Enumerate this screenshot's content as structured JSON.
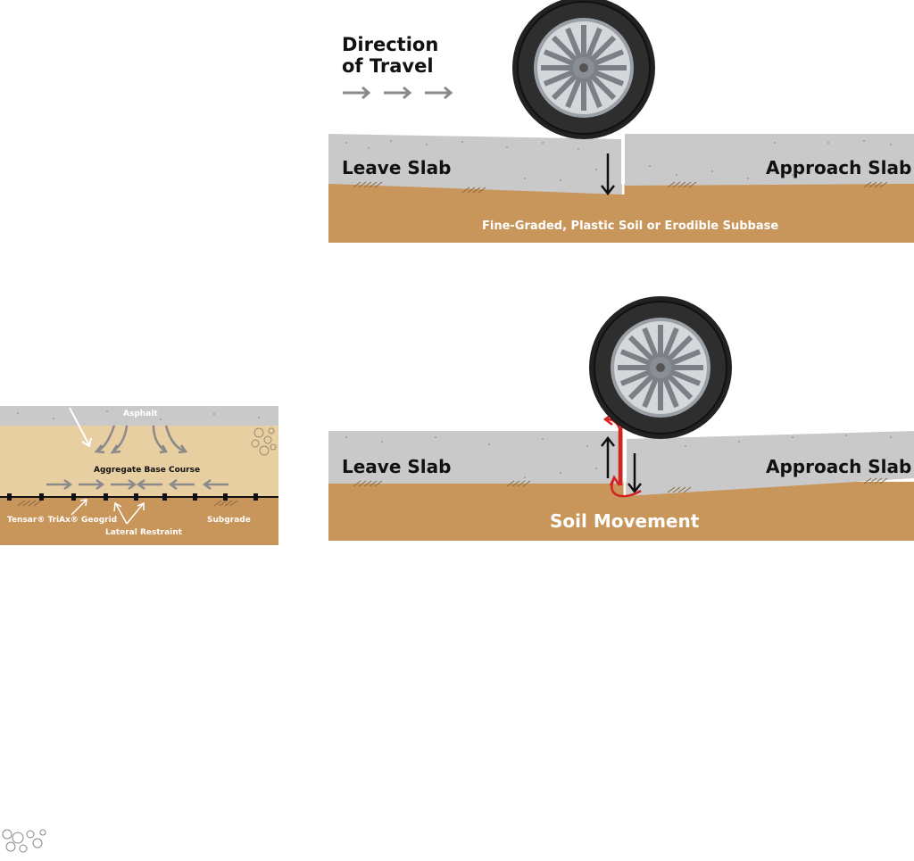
{
  "top_panel": {
    "direction_title_line1": "Direction",
    "direction_title_line2": "of Travel",
    "leave_slab": "Leave Slab",
    "approach_slab": "Approach Slab",
    "subbase_label": "Fine-Graded, Plastic Soil or Erodible Subbase"
  },
  "bottom_panel": {
    "leave_slab": "Leave Slab",
    "approach_slab": "Approach Slab",
    "soil_movement": "Soil Movement"
  },
  "geogrid_panel": {
    "asphalt": "Asphalt",
    "aggregate_base": "Aggregate Base Course",
    "geogrid": "Tensar® TriAx® Geogrid",
    "lateral_restraint": "Lateral Restraint",
    "subgrade": "Subgrade"
  },
  "colors": {
    "concrete": "#c9c9c9",
    "soil": "#c8955a",
    "aggregate": "#e8cfa2",
    "asphalt": "#c9c9c9",
    "arrow_gray": "#8a8a8a",
    "arrow_red": "#d6221e"
  },
  "icons": [
    "tire-icon",
    "arrow-right-icon",
    "arrow-down-icon",
    "arrow-up-icon",
    "aggregate-stones-icon"
  ]
}
